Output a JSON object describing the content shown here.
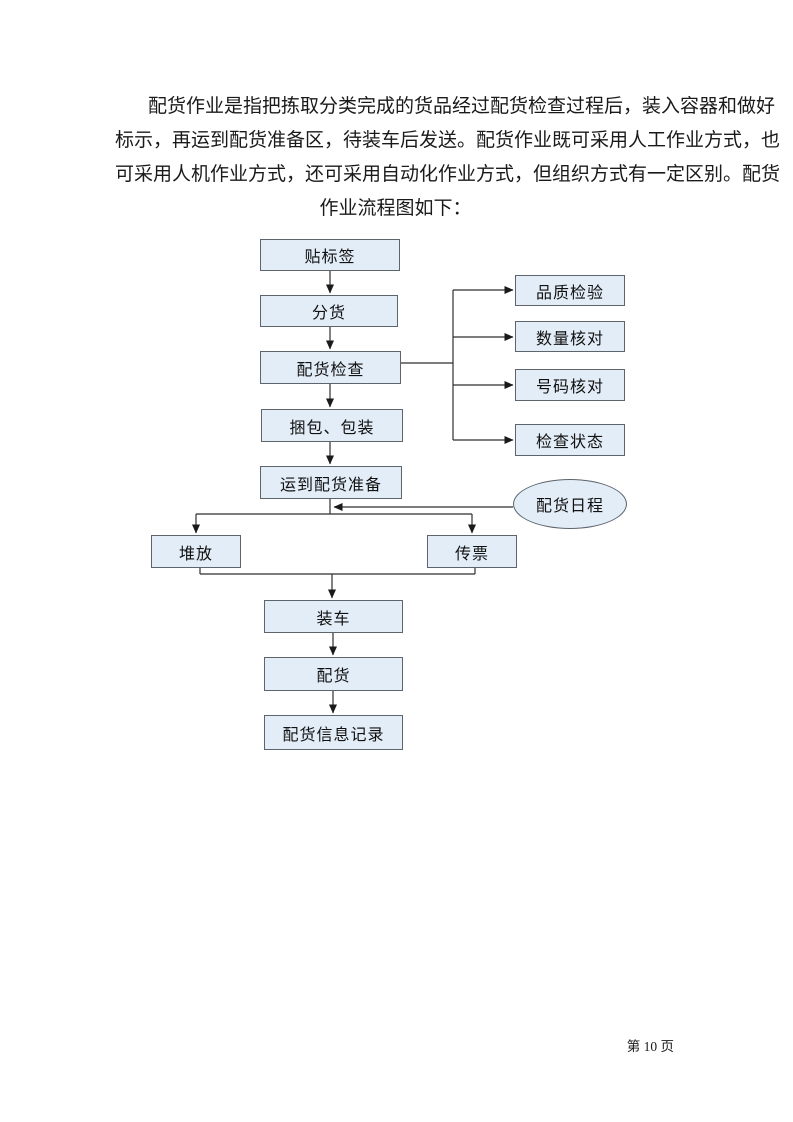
{
  "document": {
    "paragraph_lines": [
      "配货作业是指把拣取分类完成的货品经过配货检查过程后，装入容器和做好",
      "标示，再运到配货准备区，待装车后发送。配货作业既可采用人工作业方式，也",
      "可采用人机作业方式，还可采用自动化作业方式，但组织方式有一定区别。配货",
      "作业流程图如下："
    ],
    "footer": "第 10 页"
  },
  "flowchart": {
    "nodes": {
      "tag_label": "贴标签",
      "sort_goods": "分货",
      "distribution_check": "配货检查",
      "packing": "捆包、包装",
      "move_to_staging": "运到配货准备",
      "stacking": "堆放",
      "voucher": "传票",
      "loading": "装车",
      "distribution": "配货",
      "distribution_record": "配货信息记录",
      "quality_inspection": "品质检验",
      "quantity_check": "数量核对",
      "number_check": "号码核对",
      "status_check": "检查状态",
      "schedule": "配货日程"
    },
    "colors": {
      "node_fill": "#e3edf7",
      "node_border": "#5d646c",
      "connector": "#2f2f2f",
      "text": "#111111"
    }
  }
}
